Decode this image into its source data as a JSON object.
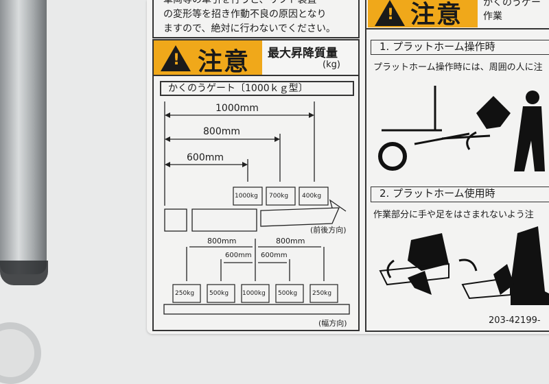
{
  "top_text": [
    "車両等の牽引を行うと、リフト装置",
    "の変形等を招き作動不良の原因となり",
    "ますので、絶対に行わないでください。"
  ],
  "caution_label": "注意",
  "caution_icon": "warning-triangle-icon",
  "max_load": {
    "title": "最大昇降質量",
    "unit": "(kg)"
  },
  "gate_title": "かくのうゲート〔1000ｋｇ型〕",
  "fore_aft": {
    "dims": [
      "1000mm",
      "800mm",
      "600mm"
    ],
    "weights": [
      "1000kg",
      "700kg",
      "400kg"
    ],
    "direction": "(前後方向)"
  },
  "width_dir": {
    "dims_outer": [
      "800mm",
      "800mm"
    ],
    "dims_inner": [
      "600mm",
      "600mm"
    ],
    "weights": [
      "250kg",
      "500kg",
      "1000kg",
      "500kg",
      "250kg"
    ],
    "direction": "(幅方向)"
  },
  "right": {
    "caution_text": [
      "かくのうゲー",
      "作業"
    ],
    "section1": {
      "title": "1. プラットホーム操作時",
      "text": "プラットホーム操作時には、周囲の人に注"
    },
    "section2": {
      "title": "2. プラットホーム使用時",
      "text": "作業部分に手や足をはさまれないよう注"
    },
    "part_number": "203-42199-"
  }
}
